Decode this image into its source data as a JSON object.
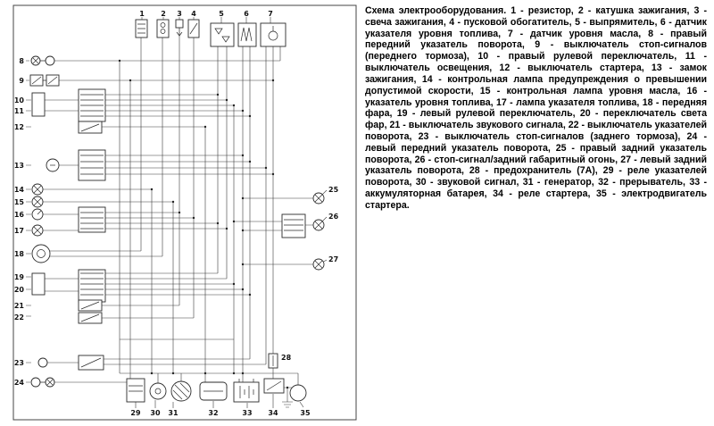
{
  "legend": {
    "title": "Схема электрооборудования.",
    "items": [
      {
        "num": "1",
        "text": "резистор"
      },
      {
        "num": "2",
        "text": "катушка зажигания"
      },
      {
        "num": "3",
        "text": "свеча зажигания"
      },
      {
        "num": "4",
        "text": "пусковой обогатитель"
      },
      {
        "num": "5",
        "text": "выпрямитель"
      },
      {
        "num": "6",
        "text": "датчик указателя уровня топлива"
      },
      {
        "num": "7",
        "text": "датчик уровня масла"
      },
      {
        "num": "8",
        "text": "правый передний указатель поворота"
      },
      {
        "num": "9",
        "text": "выключатель стоп-сигналов (переднего тормоза)"
      },
      {
        "num": "10",
        "text": "правый рулевой переключатель"
      },
      {
        "num": "11",
        "text": "выключатель освещения"
      },
      {
        "num": "12",
        "text": "выключатель стартера"
      },
      {
        "num": "13",
        "text": "замок зажигания"
      },
      {
        "num": "14",
        "text": "контрольная лампа предупреждения о превышении допустимой скорости"
      },
      {
        "num": "15",
        "text": "контрольная лампа уровня масла"
      },
      {
        "num": "16",
        "text": "указатель уровня топлива"
      },
      {
        "num": "17",
        "text": "лампа указателя топлива"
      },
      {
        "num": "18",
        "text": "передняя фара"
      },
      {
        "num": "19",
        "text": "левый рулевой переключатель"
      },
      {
        "num": "20",
        "text": "переключатель света фар"
      },
      {
        "num": "21",
        "text": "выключатель звукового сигнала"
      },
      {
        "num": "22",
        "text": "выключатель указателей поворота"
      },
      {
        "num": "23",
        "text": "выключатель стоп-сигналов (заднего тормоза)"
      },
      {
        "num": "24",
        "text": "левый передний указатель поворота"
      },
      {
        "num": "25",
        "text": "правый задний указатель поворота"
      },
      {
        "num": "26",
        "text": "стоп-сигнал/задний габаритный огонь"
      },
      {
        "num": "27",
        "text": "левый задний указатель поворота"
      },
      {
        "num": "28",
        "text": "предохранитель (7А)"
      },
      {
        "num": "29",
        "text": "реле указателей поворота"
      },
      {
        "num": "30",
        "text": "звуковой сигнал"
      },
      {
        "num": "31",
        "text": "генератор"
      },
      {
        "num": "32",
        "text": "прерыватель"
      },
      {
        "num": "33",
        "text": "аккумуляторная батарея"
      },
      {
        "num": "34",
        "text": "реле стартера"
      },
      {
        "num": "35",
        "text": "электродвигатель стартера"
      }
    ]
  },
  "diagram": {
    "labels": [
      "1",
      "2",
      "3",
      "4",
      "5",
      "6",
      "7",
      "8",
      "9",
      "10",
      "11",
      "12",
      "13",
      "14",
      "15",
      "16",
      "17",
      "18",
      "19",
      "20",
      "21",
      "22",
      "23",
      "24",
      "25",
      "26",
      "27",
      "28",
      "29",
      "30",
      "31",
      "32",
      "33",
      "34",
      "35"
    ]
  }
}
